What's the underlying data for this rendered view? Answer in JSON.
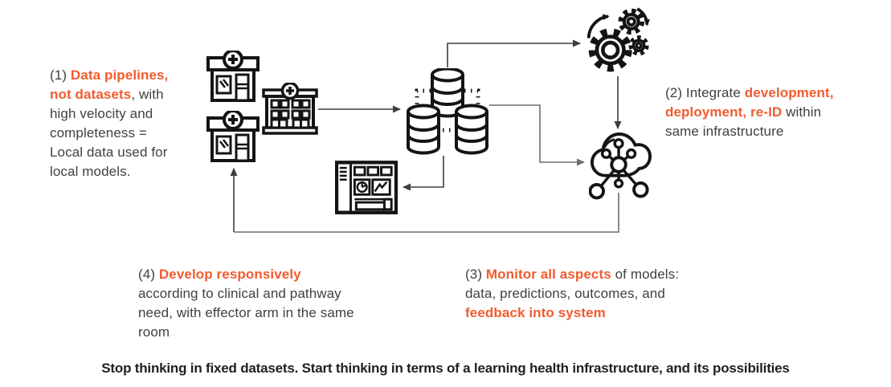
{
  "colors": {
    "accent": "#F25B2E",
    "text": "#3F4044",
    "tagline": "#202024",
    "line_dark": "#3E3E42",
    "line_gray": "#6E6E73",
    "icon": "#141414"
  },
  "annotations": {
    "a1": {
      "segments": [
        {
          "t": "(1) "
        },
        {
          "t": "Data pipelines,\nnot datasets",
          "hl": true
        },
        {
          "t": ", with\nhigh velocity and\ncompleteness =\nLocal data used for\nlocal models."
        }
      ]
    },
    "a2": {
      "segments": [
        {
          "t": "(2) Integrate "
        },
        {
          "t": "development,\ndeployment, re-ID",
          "hl": true
        },
        {
          "t": " within\nsame infrastructure"
        }
      ]
    },
    "a3": {
      "segments": [
        {
          "t": "(3) "
        },
        {
          "t": "Monitor all aspects",
          "hl": true
        },
        {
          "t": " of models:\ndata, predictions, outcomes, and\n"
        },
        {
          "t": "feedback into system",
          "hl": true
        }
      ]
    },
    "a4": {
      "segments": [
        {
          "t": "(4) "
        },
        {
          "t": "Develop responsively",
          "hl": true
        },
        {
          "t": "\naccording to clinical and pathway\nneed, with effector arm in the same\nroom"
        }
      ]
    }
  },
  "tagline": "Stop thinking in fixed datasets. Start thinking in terms of a learning health infrastructure, and its possibilities",
  "icons": {
    "clinic": "clinic-building-icon",
    "hospital": "hospital-building-icon",
    "databases": "database-cluster-icon",
    "automation": "gears-automation-icon",
    "model": "cloud-ml-network-icon",
    "dashboard": "monitoring-dashboard-icon"
  }
}
